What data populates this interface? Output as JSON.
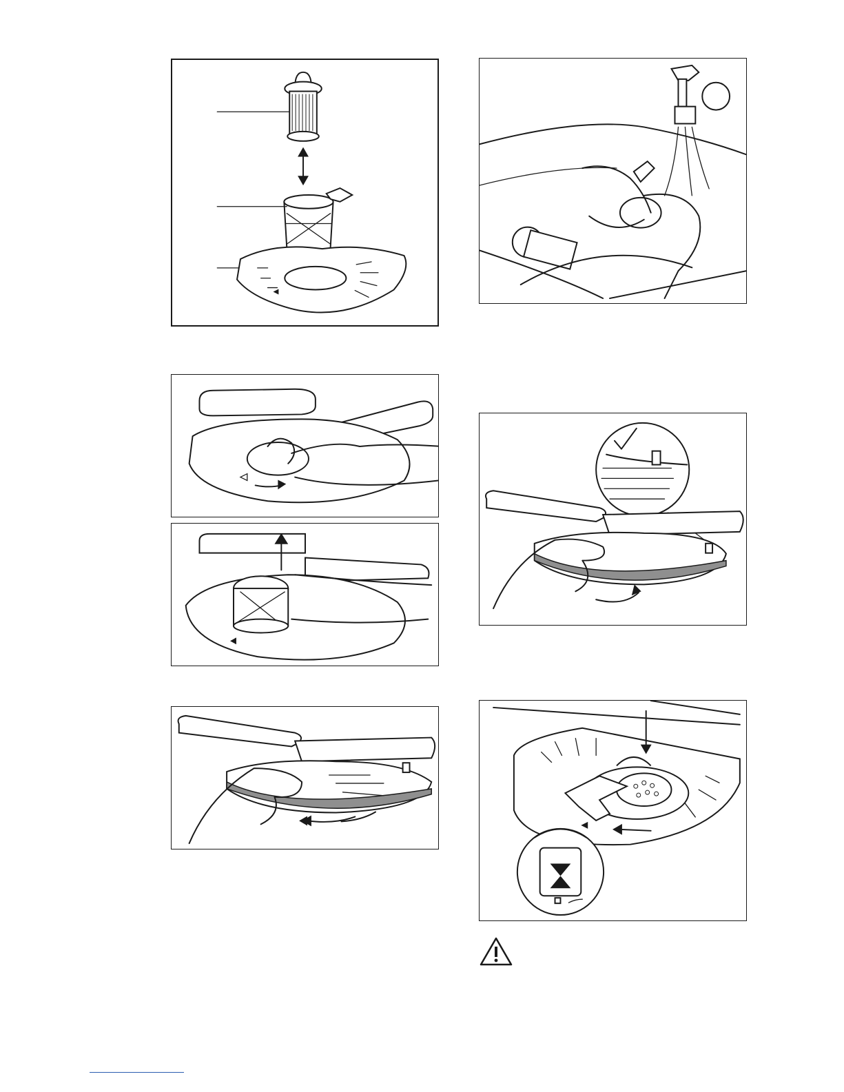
{
  "figures": [
    {
      "id": "filter-assembly-exploded",
      "callouts": 3
    },
    {
      "id": "rinse-filters-under-tap"
    },
    {
      "id": "turn-filter-anticlockwise"
    },
    {
      "id": "lift-filter-out"
    },
    {
      "id": "flat-filter-position-check"
    },
    {
      "id": "remove-flat-filter"
    },
    {
      "id": "install-filter-lock"
    }
  ],
  "icons": {
    "warning": "warning-triangle-icon",
    "check": "checkmark-icon",
    "arrow": "direction-arrow-icon"
  },
  "colors": {
    "ink": "#1a1a1a",
    "seal_grey": "#8f8f8f",
    "footer_link": "#2a5db0"
  }
}
